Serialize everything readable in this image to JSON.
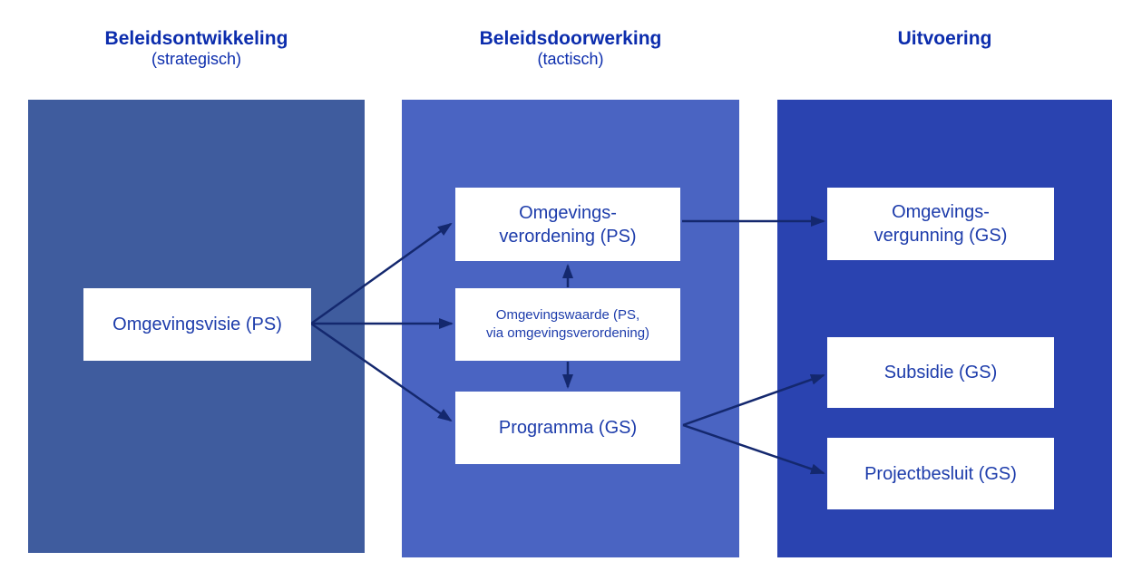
{
  "diagram": {
    "columns": [
      {
        "id": "beleidsontwikkeling",
        "title": "Beleidsontwikkeling",
        "subtitle": "(strategisch)"
      },
      {
        "id": "beleidsdoorwerking",
        "title": "Beleidsdoorwerking",
        "subtitle": "(tactisch)"
      },
      {
        "id": "uitvoering",
        "title": "Uitvoering",
        "subtitle": ""
      }
    ],
    "nodes": {
      "omgevingsvisie": {
        "label": "Omgevingsvisie (PS)",
        "column": "beleidsontwikkeling"
      },
      "omgevingsverordening": {
        "label": "Omgevings-\nverordening (PS)",
        "column": "beleidsdoorwerking"
      },
      "omgevingswaarde": {
        "label": "Omgevingswaarde (PS,\nvia omgevingsverordening)",
        "column": "beleidsdoorwerking"
      },
      "programma": {
        "label": "Programma (GS)",
        "column": "beleidsdoorwerking"
      },
      "omgevingsvergunning": {
        "label": "Omgevings-\nvergunning (GS)",
        "column": "uitvoering"
      },
      "subsidie": {
        "label": "Subsidie (GS)",
        "column": "uitvoering"
      },
      "projectbesluit": {
        "label": "Projectbesluit (GS)",
        "column": "uitvoering"
      }
    },
    "edges": [
      {
        "from": "omgevingsvisie",
        "to": "omgevingsverordening",
        "direction": "right-up"
      },
      {
        "from": "omgevingsvisie",
        "to": "omgevingswaarde",
        "direction": "right"
      },
      {
        "from": "omgevingsvisie",
        "to": "programma",
        "direction": "right-down"
      },
      {
        "from": "omgevingswaarde",
        "to": "omgevingsverordening",
        "direction": "up"
      },
      {
        "from": "omgevingswaarde",
        "to": "programma",
        "direction": "down"
      },
      {
        "from": "omgevingsverordening",
        "to": "omgevingsvergunning",
        "direction": "right"
      },
      {
        "from": "programma",
        "to": "subsidie",
        "direction": "right-up"
      },
      {
        "from": "programma",
        "to": "projectbesluit",
        "direction": "right-down"
      }
    ]
  },
  "colors": {
    "panel-left": "#3F5C9E",
    "panel-middle": "#4A64C2",
    "panel-right": "#2A43B0",
    "node-bg": "#FFFFFF",
    "heading-text": "#0C2DAD",
    "node-text": "#1D3CAB",
    "arrow": "#14286E",
    "background": "#FFFFFF"
  }
}
